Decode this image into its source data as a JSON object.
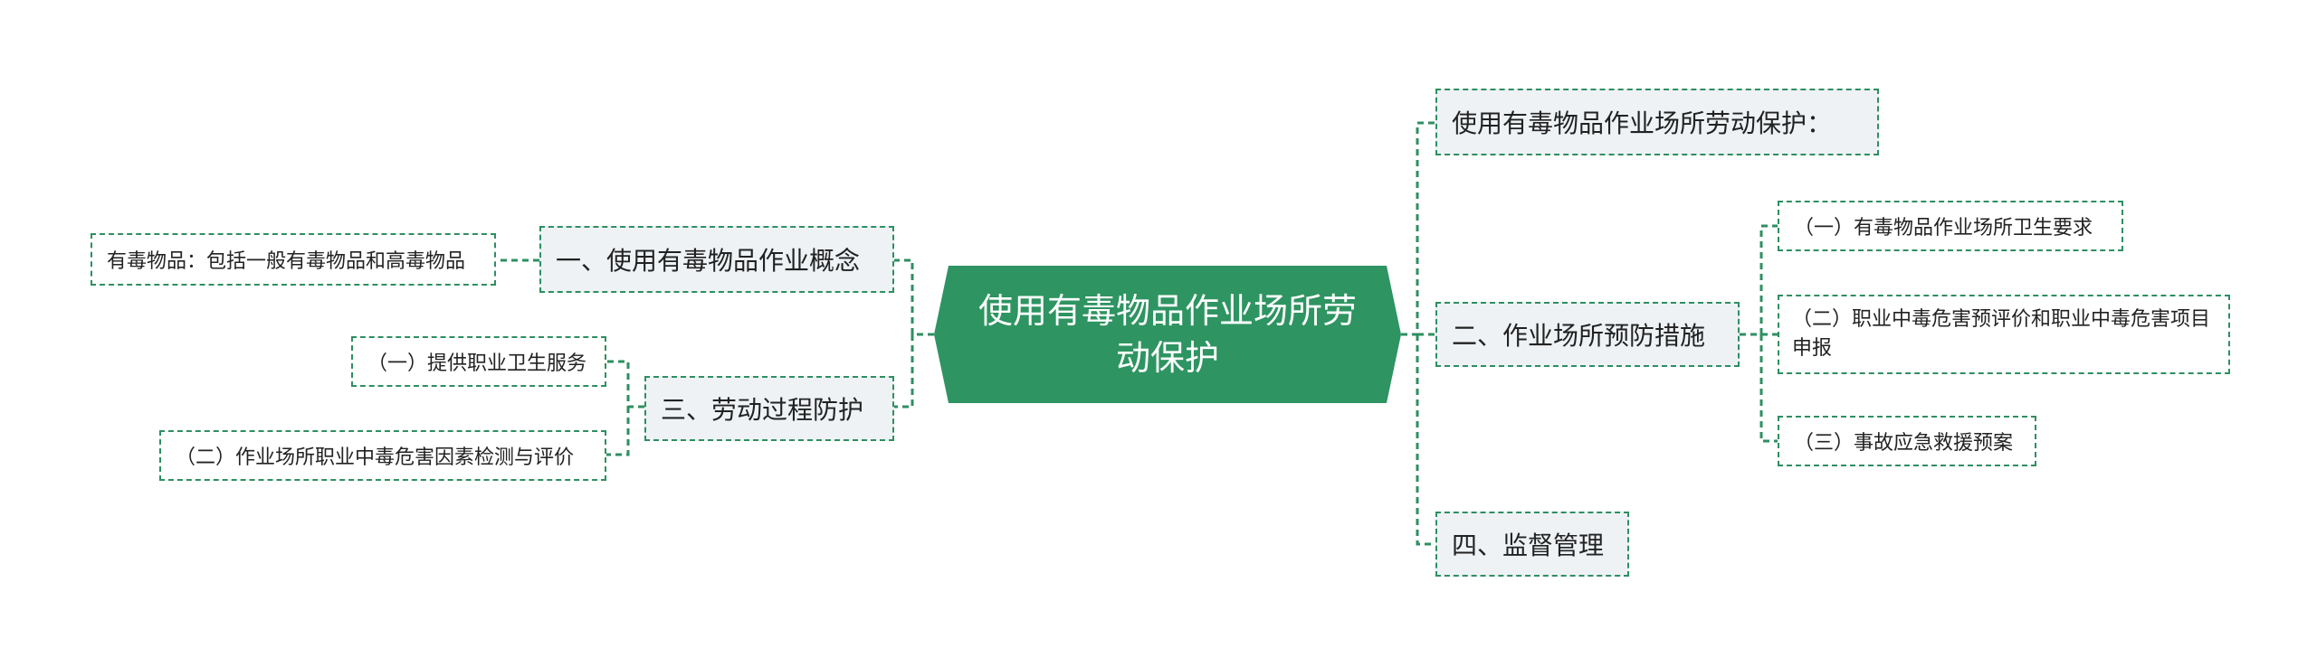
{
  "root": {
    "line1": "使用有毒物品作业场所劳",
    "line2": "动保护"
  },
  "left": {
    "concept": {
      "label": "一、使用有毒物品作业概念",
      "child": "有毒物品：包括一般有毒物品和高毒物品"
    },
    "labor": {
      "label": "三、劳动过程防护",
      "children": [
        "（一）提供职业卫生服务",
        "（二）作业场所职业中毒危害因素检测与评价"
      ]
    }
  },
  "right": {
    "intro": {
      "label": "使用有毒物品作业场所劳动保护："
    },
    "prevention": {
      "label": "二、作业场所预防措施",
      "children": [
        "（一）有毒物品作业场所卫生要求",
        "（二）职业中毒危害预评价和职业中毒危害项目申报",
        "（三）事故应急救援预案"
      ]
    },
    "supervision": {
      "label": "四、监督管理"
    }
  },
  "colors": {
    "accent": "#2e8f61",
    "node_bg": "#eef2f5",
    "root_text": "#ffffff"
  }
}
